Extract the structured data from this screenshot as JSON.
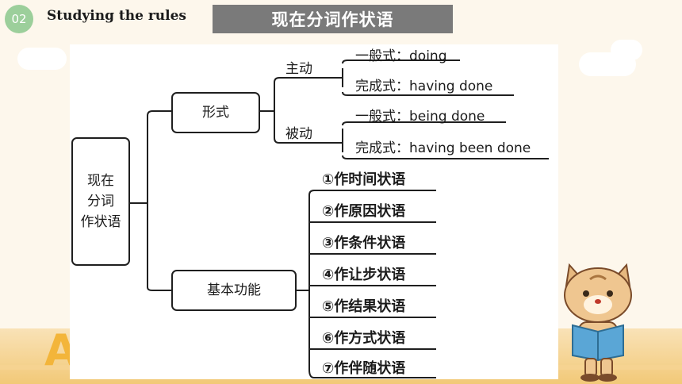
{
  "header": {
    "number": "02",
    "section": "Studying the rules",
    "banner": "现在分词作状语"
  },
  "diagram": {
    "root": "现在\n分词\n作状语",
    "form": {
      "label": "形式",
      "active": {
        "label": "主动",
        "items": [
          "一般式：doing",
          "完成式：having done"
        ]
      },
      "passive": {
        "label": "被动",
        "items": [
          "一般式：being done",
          "完成式：having been done"
        ]
      }
    },
    "functions": {
      "label": "基本功能",
      "items": [
        "①作时间状语",
        "②作原因状语",
        "③作条件状语",
        "④作让步状语",
        "⑤作结果状语",
        "⑥作方式状语",
        "⑦作伴随状语"
      ]
    }
  },
  "decor": {
    "letter": "A",
    "colors": {
      "badge": "#9ccf9b",
      "banner": "#7a7a7a",
      "background": "#fdf7ec"
    },
    "icons": [
      "cloud-icon",
      "cat-reading-icon"
    ]
  }
}
